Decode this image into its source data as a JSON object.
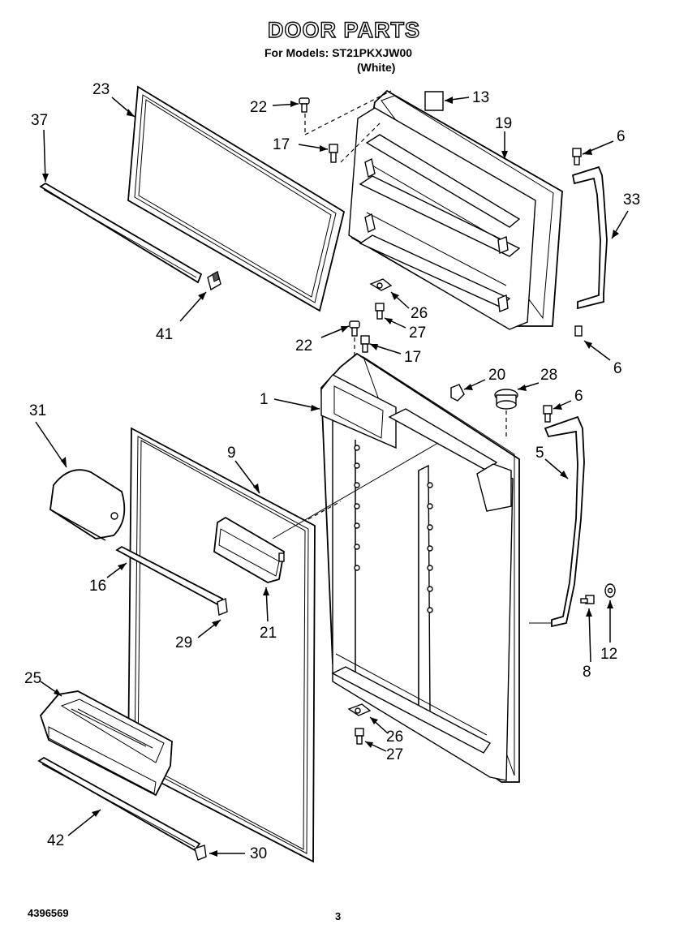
{
  "header": {
    "title": "DOOR PARTS",
    "models_line": "For Models: ST21PKXJW00",
    "color_line": "(White)"
  },
  "footer": {
    "doc_number": "4396569",
    "page_number": "3"
  },
  "callouts": {
    "c23": "23",
    "c37": "37",
    "c22a": "22",
    "c17a": "17",
    "c13": "13",
    "c19": "19",
    "c6a": "6",
    "c33": "33",
    "c41": "41",
    "c26a": "26",
    "c27a": "27",
    "c6b": "6",
    "c22b": "22",
    "c17b": "17",
    "c20": "20",
    "c28": "28",
    "c6c": "6",
    "c1": "1",
    "c31": "31",
    "c9": "9",
    "c5": "5",
    "c16": "16",
    "c21": "21",
    "c29": "29",
    "c8": "8",
    "c12": "12",
    "c25": "25",
    "c26b": "26",
    "c27b": "27",
    "c42": "42",
    "c30": "30"
  }
}
